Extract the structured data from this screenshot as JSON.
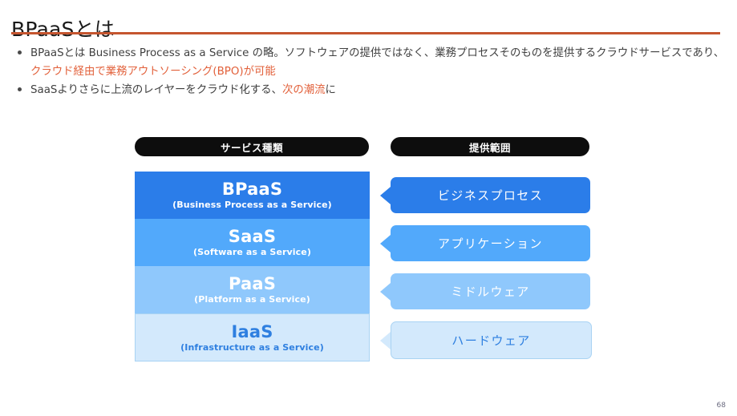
{
  "slide": {
    "title": "BPaaSとは",
    "page_number": "68",
    "accent_color": "#e2603a",
    "rule_color": "#c5552f"
  },
  "bullets": [
    {
      "parts": [
        {
          "text": "BPaaSとは Business Process as a Service の略。ソフトウェアの提供ではなく、業務プロセスそのものを提供するクラウドサービスであり、",
          "accent": false
        },
        {
          "text": "クラウド経由で業務アウトソーシング(BPO)が可能",
          "accent": true
        }
      ]
    },
    {
      "parts": [
        {
          "text": "SaaSよりさらに上流のレイヤーをクラウド化する、",
          "accent": false
        },
        {
          "text": "次の潮流",
          "accent": true
        },
        {
          "text": "に",
          "accent": false
        }
      ]
    }
  ],
  "diagram": {
    "headers": {
      "left": "サービス種類",
      "right": "提供範囲"
    },
    "layers": [
      {
        "name": "BPaaS",
        "full": "(Business Process as a Service)",
        "color": "#2b7de9",
        "text_color": "#ffffff"
      },
      {
        "name": "SaaS",
        "full": "(Software as a Service)",
        "color": "#52a9fb",
        "text_color": "#ffffff"
      },
      {
        "name": "PaaS",
        "full": "(Platform as a Service)",
        "color": "#8fc8fc",
        "text_color": "#ffffff"
      },
      {
        "name": "IaaS",
        "full": "(Infrastructure as a Service)",
        "color": "#d3e9fc",
        "text_color": "#2e7fe0"
      }
    ],
    "scopes": [
      {
        "label": "ビジネスプロセス",
        "color": "#2b7de9",
        "text_color": "#ffffff"
      },
      {
        "label": "アプリケーション",
        "color": "#52a9fb",
        "text_color": "#ffffff"
      },
      {
        "label": "ミドルウェア",
        "color": "#8fc8fc",
        "text_color": "#ffffff"
      },
      {
        "label": "ハードウェア",
        "color": "#d3e9fc",
        "text_color": "#2e7fe0"
      }
    ]
  }
}
